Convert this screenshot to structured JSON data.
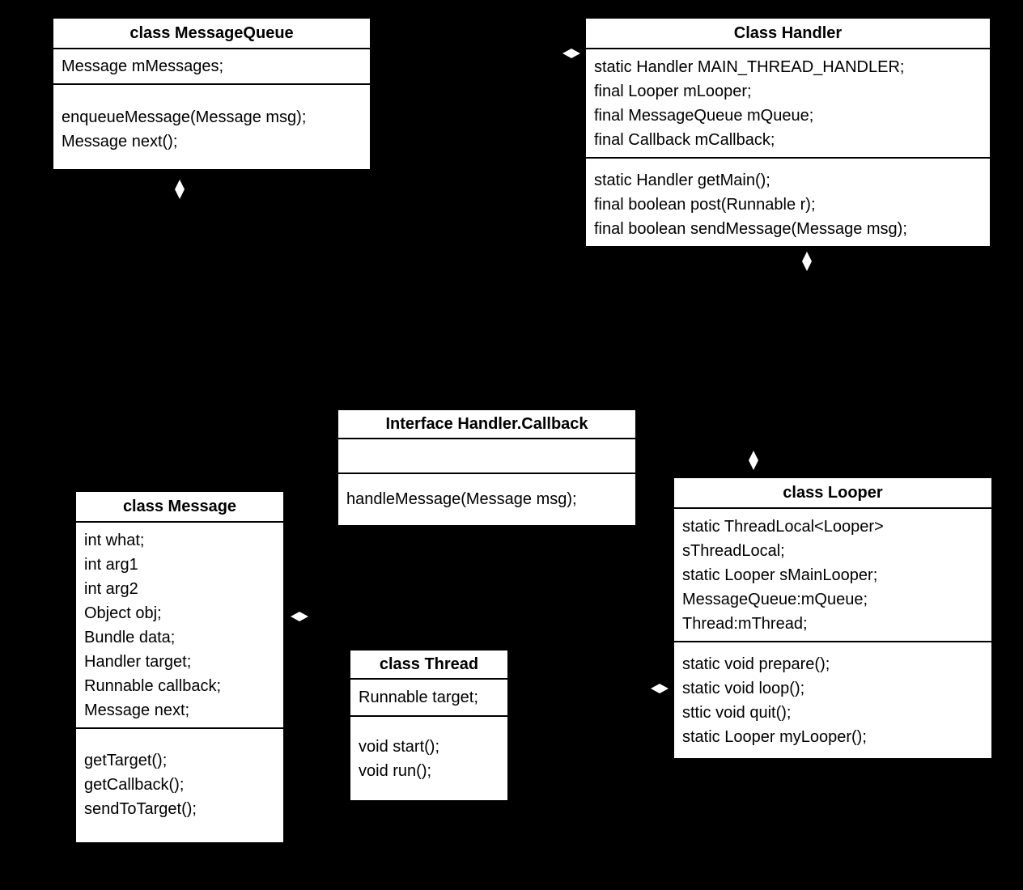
{
  "colors": {
    "background": "#000000",
    "box_fill": "#ffffff",
    "box_border": "#000000",
    "text": "#000000",
    "diamond": "#ffffff"
  },
  "classes": {
    "message_queue": {
      "title": "class MessageQueue",
      "attributes": [
        "Message mMessages;"
      ],
      "methods": [
        "enqueueMessage(Message msg);",
        "Message next();"
      ]
    },
    "handler": {
      "title": "Class Handler",
      "attributes": [
        "static Handler MAIN_THREAD_HANDLER;",
        "final Looper mLooper;",
        "final MessageQueue mQueue;",
        "final Callback mCallback;"
      ],
      "methods": [
        "static Handler getMain();",
        "final boolean post(Runnable r);",
        "final boolean sendMessage(Message msg);"
      ]
    },
    "handler_callback": {
      "title": "Interface Handler.Callback",
      "attributes": [],
      "methods": [
        "handleMessage(Message msg);"
      ]
    },
    "looper": {
      "title": "class Looper",
      "attributes": [
        "static ThreadLocal<Looper>",
        "sThreadLocal;",
        "static Looper sMainLooper;",
        "MessageQueue:mQueue;",
        "Thread:mThread;"
      ],
      "methods": [
        "static void prepare();",
        "static void loop();",
        "sttic void quit();",
        "static Looper myLooper();"
      ]
    },
    "message": {
      "title": "class Message",
      "attributes": [
        "int what;",
        "int arg1",
        "int arg2",
        "Object obj;",
        "Bundle data;",
        "Handler target;",
        "Runnable callback;",
        "Message next;"
      ],
      "methods": [
        "getTarget();",
        "getCallback();",
        "sendToTarget();"
      ]
    },
    "thread": {
      "title": "class Thread",
      "attributes": [
        "Runnable target;"
      ],
      "methods": [
        "void start();",
        "void run();"
      ]
    }
  },
  "connectors": {
    "diamond_color": "#ffffff",
    "items": [
      "aggregation-diamond-below-messagequeue",
      "aggregation-diamond-left-of-handler",
      "aggregation-diamond-below-handler",
      "aggregation-diamond-above-looper",
      "aggregation-diamond-right-of-message",
      "aggregation-diamond-left-of-looper"
    ]
  }
}
